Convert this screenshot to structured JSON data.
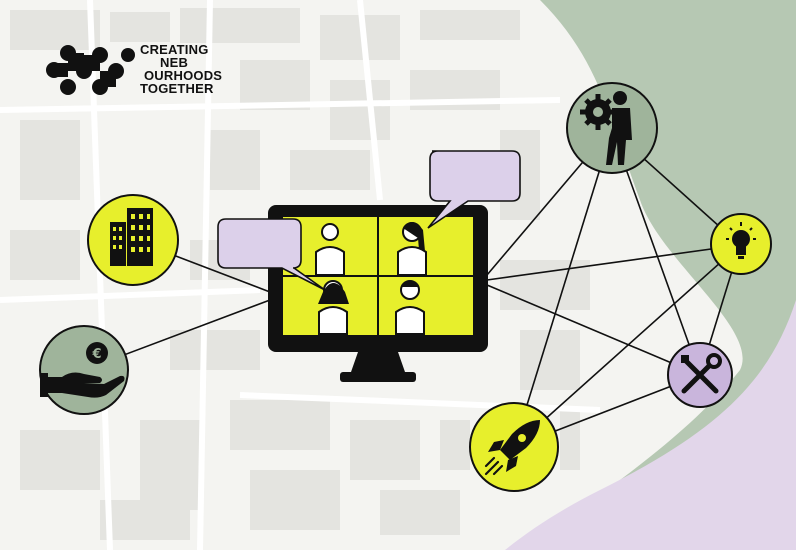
{
  "logo": {
    "lines": [
      "CREATING",
      "NEB",
      "OURHOODS",
      "TOGETHER"
    ]
  },
  "colors": {
    "background": "#f4f4f1",
    "green": "#b6c8b3",
    "lilac": "#e2d6ea",
    "yellow": "#e7ef2c",
    "circle_green": "#9fb49b",
    "circle_lilac": "#c9b5dc",
    "bubble": "#dcd0ea",
    "ink": "#111111"
  },
  "nodes": [
    {
      "name": "buildings-node",
      "icon": "buildings-icon",
      "fill": "yellow"
    },
    {
      "name": "funding-node",
      "icon": "euro-hand-icon",
      "fill": "green"
    },
    {
      "name": "worker-node",
      "icon": "worker-gear-icon",
      "fill": "green"
    },
    {
      "name": "idea-node",
      "icon": "lightbulb-icon",
      "fill": "yellow"
    },
    {
      "name": "tools-node",
      "icon": "tools-icon",
      "fill": "lilac"
    },
    {
      "name": "launch-node",
      "icon": "rocket-icon",
      "fill": "yellow"
    }
  ],
  "monitor": {
    "icon": "video-call-monitor-icon",
    "participants": 4
  }
}
